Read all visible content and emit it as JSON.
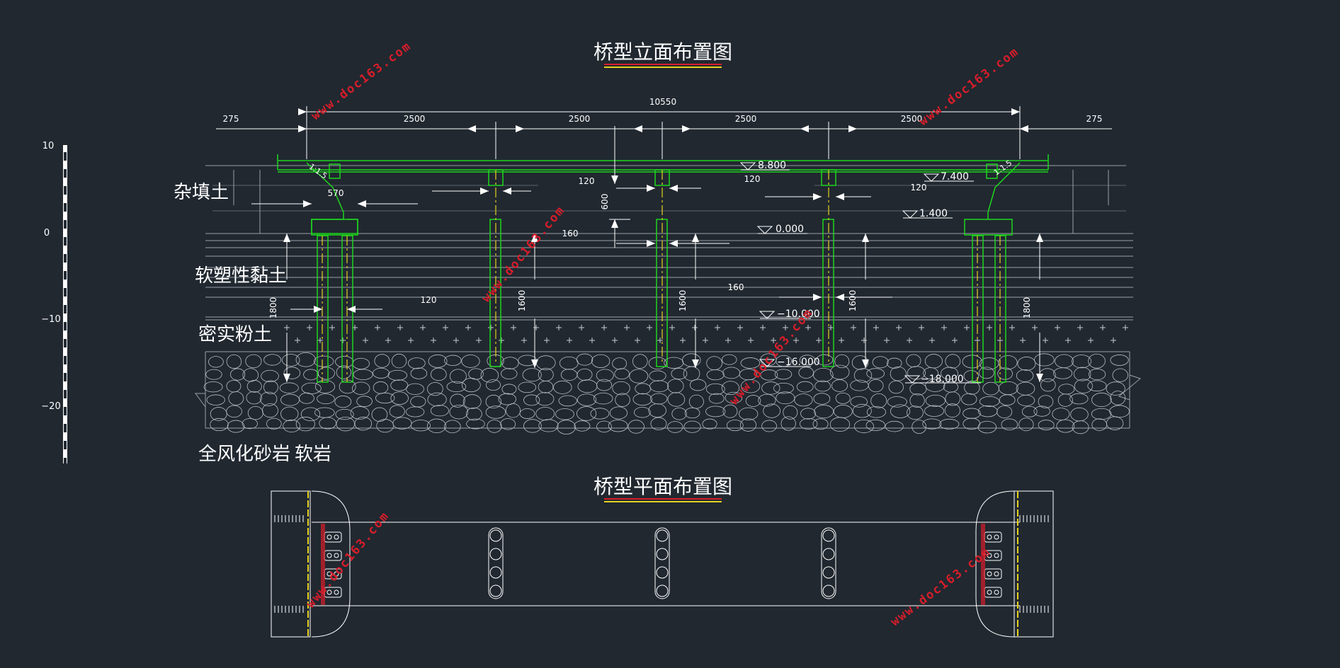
{
  "titles": {
    "elevation": "桥型立面布置图",
    "plan": "桥型平面布置图"
  },
  "scale_bar": {
    "ticks": [
      "10",
      "0",
      "−10",
      "−20"
    ]
  },
  "soil_layers": {
    "fill": "杂填土",
    "soft_clay": "软塑性黏土",
    "dense_silt": "密实粉土",
    "weathered_sandstone": "全风化砂岩",
    "soft_rock": "软岩"
  },
  "dimensions": {
    "total": "10550",
    "end_left": "275",
    "end_right": "275",
    "spans": [
      "2500",
      "2500",
      "2500",
      "2500"
    ],
    "pier_caps": [
      "120",
      "120",
      "120"
    ],
    "cap_small_top": "120",
    "abutment_cap": "570",
    "pile_gap_left": "120",
    "pier_width_a": "160",
    "pier_width_b": "160",
    "pier_height": "600",
    "pile_lengths": [
      "1800",
      "1600",
      "1600",
      "1600",
      "1800"
    ],
    "slope_left": "1:1.5",
    "slope_right": "1:1.5"
  },
  "elevations": [
    "8.800",
    "7.400",
    "1.400",
    "0.000",
    "−10.000",
    "−16.000",
    "−18.000"
  ],
  "watermark": "www.doc163.com",
  "colors": {
    "background": "#212830",
    "structure": "#1ed61e",
    "dimension": "#ffffff",
    "centerline": "#e6d21e",
    "watermark": "#d81d2a",
    "title_underline_red": "#d81d2a",
    "title_underline_yellow": "#e6d21e"
  }
}
